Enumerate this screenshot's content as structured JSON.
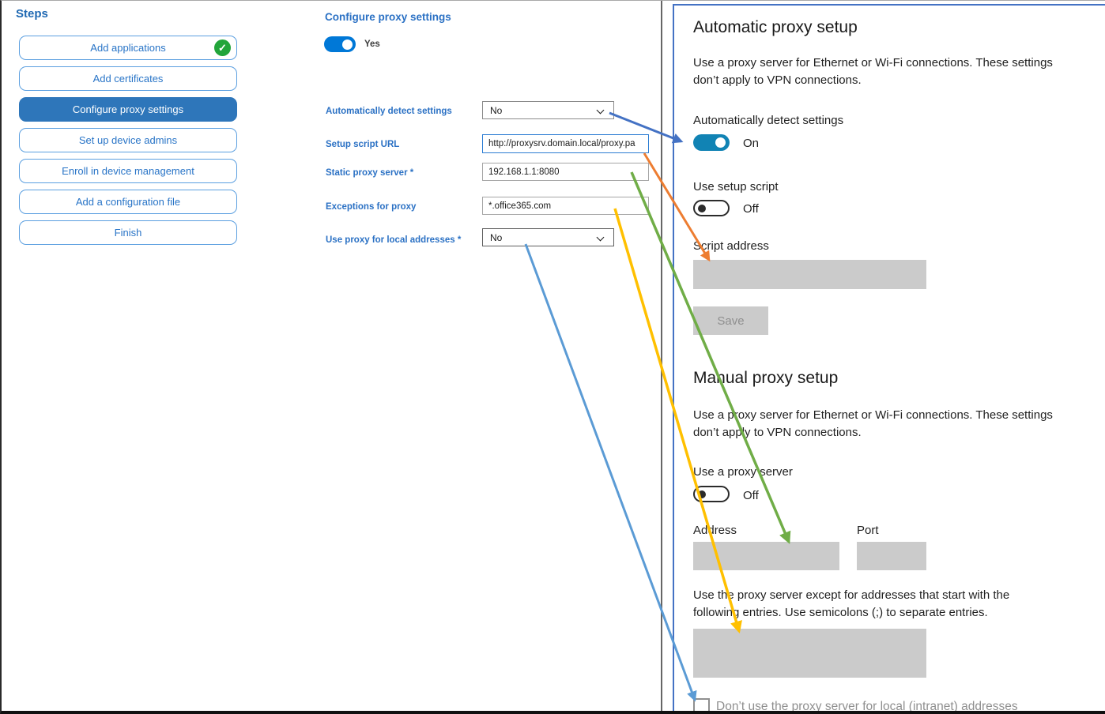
{
  "steps": {
    "title": "Steps",
    "items": [
      {
        "label": "Add applications",
        "completed": true,
        "selected": false
      },
      {
        "label": "Add certificates",
        "completed": false,
        "selected": false
      },
      {
        "label": "Configure proxy settings",
        "completed": false,
        "selected": true
      },
      {
        "label": "Set up device admins",
        "completed": false,
        "selected": false
      },
      {
        "label": "Enroll in device management",
        "completed": false,
        "selected": false
      },
      {
        "label": "Add a configuration file",
        "completed": false,
        "selected": false
      },
      {
        "label": "Finish",
        "completed": false,
        "selected": false
      }
    ]
  },
  "form": {
    "title": "Configure proxy settings",
    "enabled_toggle": {
      "state": "on",
      "label": "Yes"
    },
    "fields": [
      {
        "label": "Automatically detect settings",
        "control": "dropdown",
        "value": "No"
      },
      {
        "label": "Setup script URL",
        "control": "text",
        "value": "http://proxysrv.domain.local/proxy.pa"
      },
      {
        "label": "Static proxy server *",
        "control": "text",
        "value": "192.168.1.1:8080"
      },
      {
        "label": "Exceptions for proxy",
        "control": "text",
        "value": "*.office365.com"
      },
      {
        "label": "Use proxy for local addresses *",
        "control": "dropdown",
        "value": "No"
      }
    ]
  },
  "settings": {
    "automatic": {
      "heading": "Automatic proxy setup",
      "description": "Use a proxy server for Ethernet or Wi-Fi connections. These settings\ndon’t apply to VPN connections.",
      "detect_label": "Automatically detect settings",
      "detect_state": "On",
      "script_toggle_label": "Use setup script",
      "script_toggle_state": "Off",
      "script_address_label": "Script address",
      "script_address_value": "",
      "save_button": "Save"
    },
    "manual": {
      "heading": "Manual proxy setup",
      "description": "Use a proxy server for Ethernet or Wi-Fi connections. These settings\ndon’t apply to VPN connections.",
      "proxy_toggle_label": "Use a proxy server",
      "proxy_toggle_state": "Off",
      "address_label": "Address",
      "address_value": "",
      "port_label": "Port",
      "port_value": "",
      "exceptions_description": "Use the proxy server except for addresses that start with the\nfollowing entries. Use semicolons (;) to separate entries.",
      "exceptions_value": "",
      "local_checkbox_label": "Don’t use the proxy server for local (intranet) addresses",
      "local_checkbox_checked": false
    }
  },
  "arrows": [
    {
      "maps": "automatically-detect-settings-to-toggle",
      "color": "#4472C4"
    },
    {
      "maps": "setup-script-url-to-script-address",
      "color": "#ED7D31"
    },
    {
      "maps": "static-proxy-server-to-address",
      "color": "#70AD47"
    },
    {
      "maps": "exceptions-for-proxy-to-exception-list",
      "color": "#FFC000"
    },
    {
      "maps": "use-proxy-local-to-intranet-checkbox",
      "color": "#5B9BD5"
    }
  ],
  "colors": {
    "form_toggle_on": "#0078D7",
    "settings_toggle_on": "#1183B4",
    "selected_step_bg": "#2E76BA",
    "step_text_blue": "#2874C7",
    "label_blue": "#2B71C4",
    "completed_green": "#22A53A",
    "panel_border_blue": "#4472C4",
    "disabled_gray": "#CBCBCB"
  }
}
